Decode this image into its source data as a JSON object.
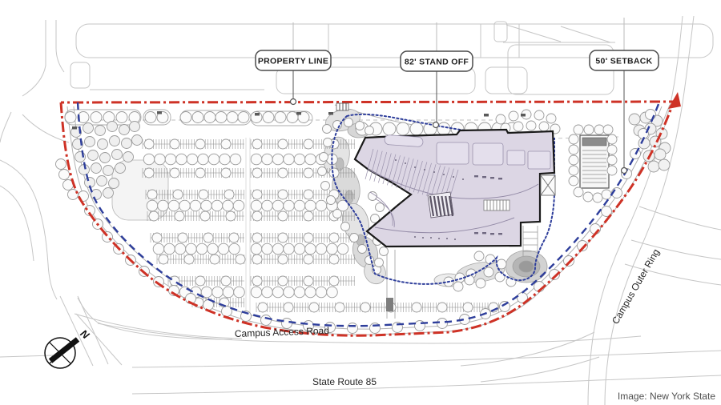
{
  "plan": {
    "callouts": [
      {
        "id": "property-line",
        "label": "PROPERTY LINE"
      },
      {
        "id": "stand-off",
        "label": "82' STAND OFF"
      },
      {
        "id": "setback",
        "label": "50' SETBACK"
      }
    ],
    "road_labels": {
      "campus_access_road": "Campus Access Road",
      "campus_outer_ring": "Campus Outer Ring",
      "state_route": "State Route 85"
    },
    "compass_north": "N",
    "credit": "Image: New York State",
    "colors": {
      "property_line": "#ce3226",
      "setback_line": "#2e3e9b",
      "standoff_line": "#2e3e9b",
      "building_fill": "#dcd6e4",
      "building_outline": "#1a1a1a",
      "building_inner": "#958ca8",
      "road_stroke": "#c6c6c6",
      "drive_stroke": "#b2b2b2",
      "hatch": "#8f8f8f",
      "tree_stroke": "#9a9a9a",
      "tree_fill": "#fbfbfb",
      "blob_fill": "#e2e2e2",
      "callout_stroke": "#4a4a4a"
    }
  }
}
